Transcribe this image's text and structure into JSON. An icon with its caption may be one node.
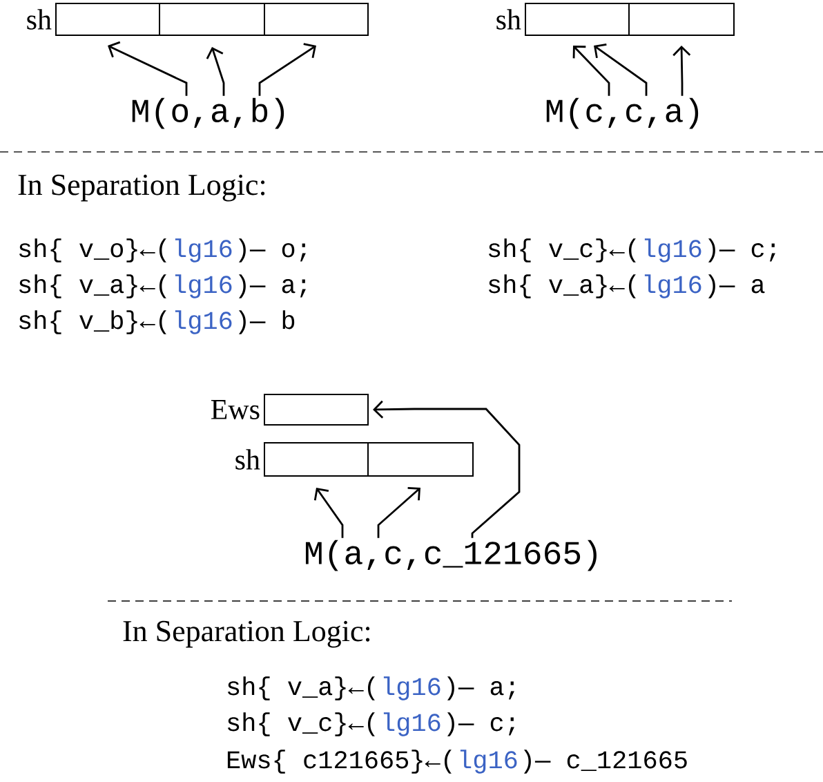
{
  "diagram": {
    "nodes": [
      {
        "text": [
          "sh"
        ]
      },
      {
        "text": [],
        "shape": "box",
        "in": 0
      },
      {
        "text": [],
        "shape": "box",
        "in": 0
      },
      {
        "text": [],
        "shape": "box",
        "in": 0
      },
      {
        "text": [
          "sh"
        ]
      },
      {
        "text": [],
        "shape": "box",
        "in": 4
      },
      {
        "text": [],
        "shape": "box",
        "in": 4
      },
      {
        "text": [
          "M(o,a,b)"
        ]
      },
      {
        "text": [
          "M(c,c,a)"
        ]
      },
      {
        "text": [
          "Ews"
        ]
      },
      {
        "text": [
          "sh"
        ]
      },
      {
        "text": [],
        "shape": "box",
        "in": 10
      },
      {
        "text": [],
        "shape": "box",
        "in": 10
      },
      {
        "text": [
          "M(a,c,c_121665)"
        ]
      }
    ],
    "edges": [
      {
        "from": 7,
        "to": 1,
        "arrow": "to"
      },
      {
        "from": 7,
        "to": 2,
        "arrow": "to"
      },
      {
        "from": 7,
        "to": 3,
        "arrow": "to"
      },
      {
        "from": 8,
        "to": 5,
        "arrow": "to"
      },
      {
        "from": 8,
        "to": 5,
        "arrow": "to"
      },
      {
        "from": 8,
        "to": 6,
        "arrow": "to"
      },
      {
        "from": 13,
        "to": 11,
        "arrow": "to"
      },
      {
        "from": 13,
        "to": 12,
        "arrow": "to"
      },
      {
        "from": 13,
        "to": 9,
        "arrow": "to"
      }
    ],
    "labels": [
      "In Separation Logic:",
      "sh{ v_o}←(",
      "lg16",
      ")— o;",
      "sh{ v_c}←(",
      "lg16",
      ")— c;",
      "sh{ v_a}←(",
      "lg16",
      ")— a;",
      "sh{ v_a}←(",
      "lg16",
      ")— a",
      "sh{ v_b}←(",
      "lg16",
      ")— b",
      "In Separation Logic:",
      "sh{ v_a}←(",
      "lg16",
      ")— a;",
      "sh{ v_c}←(",
      "lg16",
      ")— c;",
      "Ews{ c121665}←(",
      "lg16",
      ")— c_121665"
    ]
  }
}
